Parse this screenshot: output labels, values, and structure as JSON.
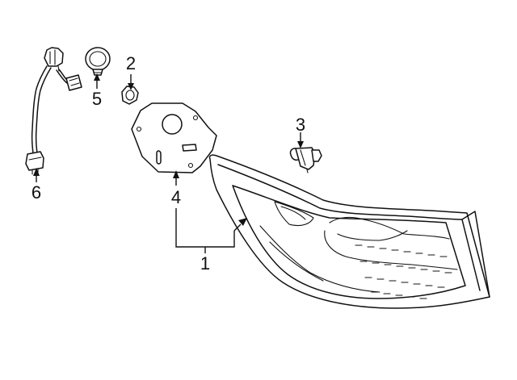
{
  "diagram": {
    "callouts": {
      "p1": "1",
      "p2": "2",
      "p3": "3",
      "p4": "4",
      "p5": "5",
      "p6": "6"
    }
  }
}
